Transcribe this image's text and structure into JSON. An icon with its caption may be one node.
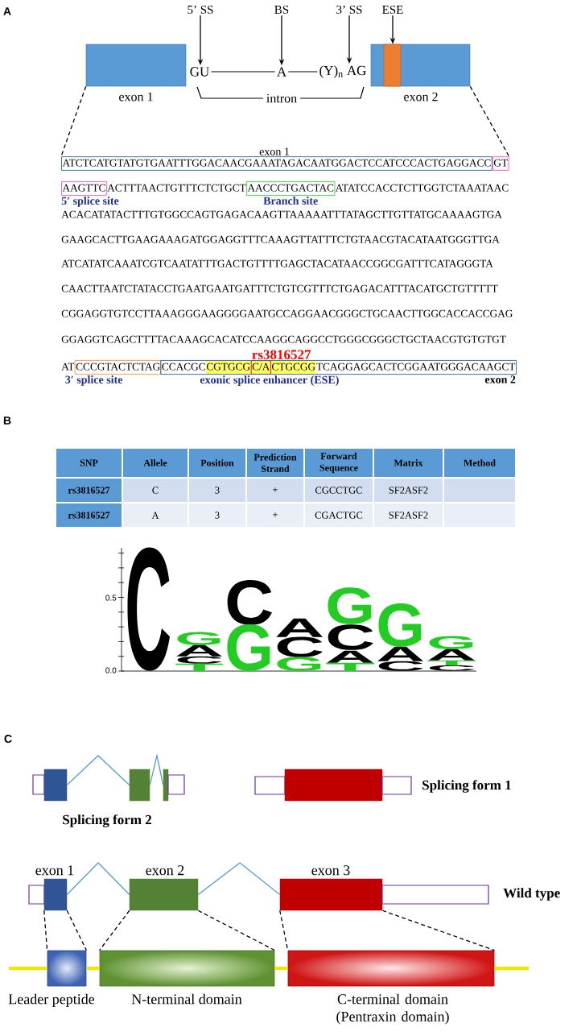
{
  "diagram": {
    "nodes": [
      {
        "text": [
          "5’ SS"
        ]
      },
      {
        "text": [
          "BS"
        ]
      },
      {
        "text": [
          "3’ SS"
        ]
      },
      {
        "text": [
          "ESE"
        ]
      },
      {
        "text": [
          "exon 1"
        ]
      },
      {
        "text": [
          "GU"
        ]
      },
      {
        "text": [
          "A"
        ]
      },
      {
        "text": [
          "(Y)$_{n}$ AG"
        ]
      },
      {
        "text": [
          "exon 2"
        ]
      },
      {
        "text": [],
        "shape": "box",
        "in": 8
      },
      {
        "text": [
          "exon 1",
          "ATCTCATGTATGTGAATTTGGACAACGAAATAGACAATGGACTCCATCCCACTGAGGACC"
        ]
      },
      {
        "text": [
          "GT"
        ]
      },
      {
        "text": [
          "AAGTTC",
          "5′ splice site"
        ]
      },
      {
        "text": [
          "AACCCTGACTAC",
          "Branch site"
        ]
      },
      {
        "text": [
          "CCCGTACTCTAG",
          "3′ splice site"
        ]
      },
      {
        "text": [
          "CCACGC",
          "TCAGGAGCACTCGGAATGGGACAAGCT",
          "exonic splice enhancer (ESE)",
          "exon 2"
        ]
      },
      {
        "text": [
          "CGTGCG"
        ],
        "in": 15
      },
      {
        "text": [
          "C/A"
        ],
        "in": 15
      },
      {
        "text": [
          "CTGCGG"
        ],
        "in": 15
      },
      {
        "text": [],
        "shape": "box"
      },
      {
        "text": [],
        "shape": "box"
      },
      {
        "text": [],
        "shape": "box"
      },
      {
        "text": [],
        "shape": "box"
      },
      {
        "text": [],
        "shape": "box"
      },
      {
        "text": [],
        "shape": "box"
      },
      {
        "text": [],
        "shape": "box"
      },
      {
        "text": [],
        "shape": "box"
      },
      {
        "text": [],
        "shape": "box"
      },
      {
        "text": [
          "exon 1"
        ]
      },
      {
        "text": [
          "exon 2"
        ]
      },
      {
        "text": [
          "exon 3"
        ]
      },
      {
        "text": [],
        "shape": "box"
      },
      {
        "text": [
          "Leader peptide"
        ]
      },
      {
        "text": [
          "N-terminal domain"
        ]
      },
      {
        "text": [
          "C-terminal domain (Pentraxin domain)"
        ]
      }
    ],
    "edges": [
      {
        "from": 0,
        "to": 5,
        "arrow": "to"
      },
      {
        "from": 1,
        "to": 6,
        "arrow": "to"
      },
      {
        "from": 2,
        "to": 7,
        "arrow": "to"
      },
      {
        "from": 3,
        "to": 9,
        "arrow": "to"
      },
      {
        "from": 5,
        "to": 6,
        "arrow": "none"
      },
      {
        "from": 6,
        "to": 7,
        "arrow": "none"
      },
      {
        "from": 4,
        "to": 10,
        "arrow": "none",
        "style": "dashed"
      },
      {
        "from": 8,
        "to": 11,
        "arrow": "none",
        "style": "dashed"
      },
      {
        "from": 20,
        "to": 21,
        "arrow": "none",
        "color": "#5b9bd5"
      },
      {
        "from": 21,
        "to": 22,
        "arrow": "none",
        "color": "#5b9bd5"
      },
      {
        "from": 28,
        "to": 29,
        "arrow": "none",
        "color": "#5b9bd5"
      },
      {
        "from": 29,
        "to": 30,
        "arrow": "none",
        "color": "#5b9bd5"
      },
      {
        "from": 28,
        "to": 32,
        "arrow": "none",
        "style": "dashed"
      },
      {
        "from": 28,
        "to": 32,
        "arrow": "none",
        "style": "dashed"
      },
      {
        "from": 29,
        "to": 33,
        "arrow": "none",
        "style": "dashed"
      },
      {
        "from": 29,
        "to": 33,
        "arrow": "none",
        "style": "dashed"
      },
      {
        "from": 30,
        "to": 34,
        "arrow": "none",
        "style": "dashed"
      },
      {
        "from": 30,
        "to": 34,
        "arrow": "none",
        "style": "dashed"
      },
      {
        "from": null,
        "to": 32,
        "arrow": "none",
        "style": "thick",
        "color": "#f2e600"
      },
      {
        "from": 32,
        "to": 33,
        "arrow": "none",
        "style": "thick",
        "color": "#f2e600"
      },
      {
        "from": 33,
        "to": 34,
        "arrow": "none",
        "style": "thick",
        "color": "#f2e600"
      },
      {
        "from": 34,
        "to": null,
        "arrow": "none",
        "style": "thick",
        "color": "#f2e600"
      }
    ],
    "labels": [
      "A",
      "intron",
      "ACTTTAACTGTTTCTCTGCT",
      "ATATCCACCTCTTGGTCTAAATAAC",
      "ACACATATACTTTGTGGCCAGTGAGACAAGTTAAAAATTTATAGCTTGTTATGCAAAAGTGA",
      "GAAGCACTTGAAGAAAGATGGAGGTTTCAAAGTTATTTCTGTAACGTACATAATGGGTTGA",
      "ATCATATCAAATCGTCAATATTTGACTGTTTTGAGCTACATAACCGGCGATTTCATAGGGTA",
      "CAACTTAATCTATACCTGAATGAATGATTTCTGTCGTTTCTGAGACATTTACATGCTGTTTTT",
      "CGGAGGTGTCCTTAAAGGGAAGGGGAATGCCAGGAACGGGCTGCAACTTGGCACCACCGAG",
      "GGAGGTCAGCTTTTACAAAGCACATCCAAGGCAGGCCTGGGCGGGCTGCTAACGTGTGTGT",
      "rs3816527",
      "AT",
      "B",
      "SNP",
      "Allele",
      "Position",
      "Prediction Strand",
      "Forward Sequence",
      "Matrix",
      "Method",
      "rs3816527",
      "C",
      "3",
      "+",
      "CGCCTGC",
      "SF2ASF2",
      "rs3816527",
      "A",
      "3",
      "+",
      "CGACTGC",
      "SF2ASF2",
      "0.5",
      "0.0",
      "C",
      "G",
      "A",
      "C",
      "T",
      "C",
      "G",
      "A",
      "C",
      "G",
      "G",
      "C",
      "A",
      "T",
      "G",
      "A",
      "C",
      "G",
      "A",
      "T",
      "C",
      "C",
      "Splicing form 1",
      "Splicing form 2",
      "Wild type"
    ]
  }
}
